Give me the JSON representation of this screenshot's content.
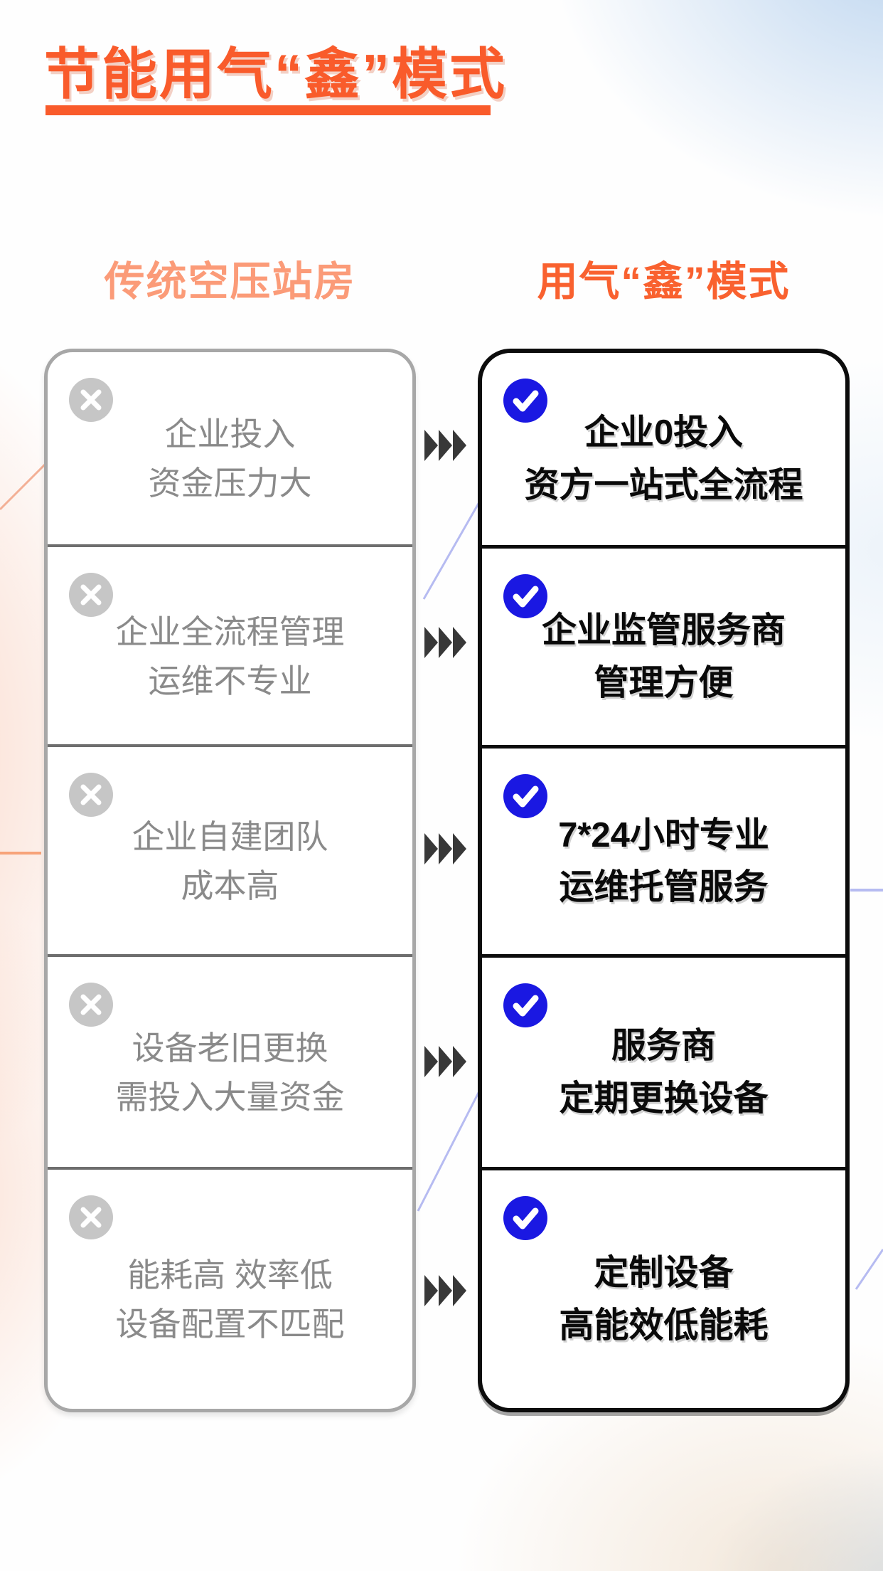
{
  "title": {
    "text": "节能用气“鑫”模式"
  },
  "comparison": {
    "left_header": "传统空压站房",
    "right_header": "用气“鑫”模式",
    "rows": [
      {
        "problem_line1": "企业投入",
        "problem_line2": "资金压力大",
        "solution_line1": "企业0投入",
        "solution_line2": "资方一站式全流程"
      },
      {
        "problem_line1": "企业全流程管理",
        "problem_line2": "运维不专业",
        "solution_line1": "企业监管服务商",
        "solution_line2": "管理方便"
      },
      {
        "problem_line1": "企业自建团队",
        "problem_line2": "成本高",
        "solution_line1": "7*24小时专业",
        "solution_line2": "运维托管服务"
      },
      {
        "problem_line1": "设备老旧更换",
        "problem_line2": "需投入大量资金",
        "solution_line1": "服务商",
        "solution_line2": "定期更换设备"
      },
      {
        "problem_line1": "能耗高 效率低",
        "problem_line2": "设备配置不匹配",
        "solution_line1": "定制设备",
        "solution_line2": "高能效低能耗"
      }
    ]
  },
  "icons": {
    "cross": "cross-icon",
    "check": "check-icon",
    "arrow": "triple-arrow-icon"
  },
  "colors": {
    "title_orange": "#f95b2b",
    "left_header_orange": "#fb9b78",
    "right_header_orange": "#f9612f",
    "check_blue": "#1a18e2",
    "cross_gray": "#c6c6c6",
    "problem_text_gray": "#8a8a8a",
    "solution_text_black": "#0a0a0a"
  }
}
